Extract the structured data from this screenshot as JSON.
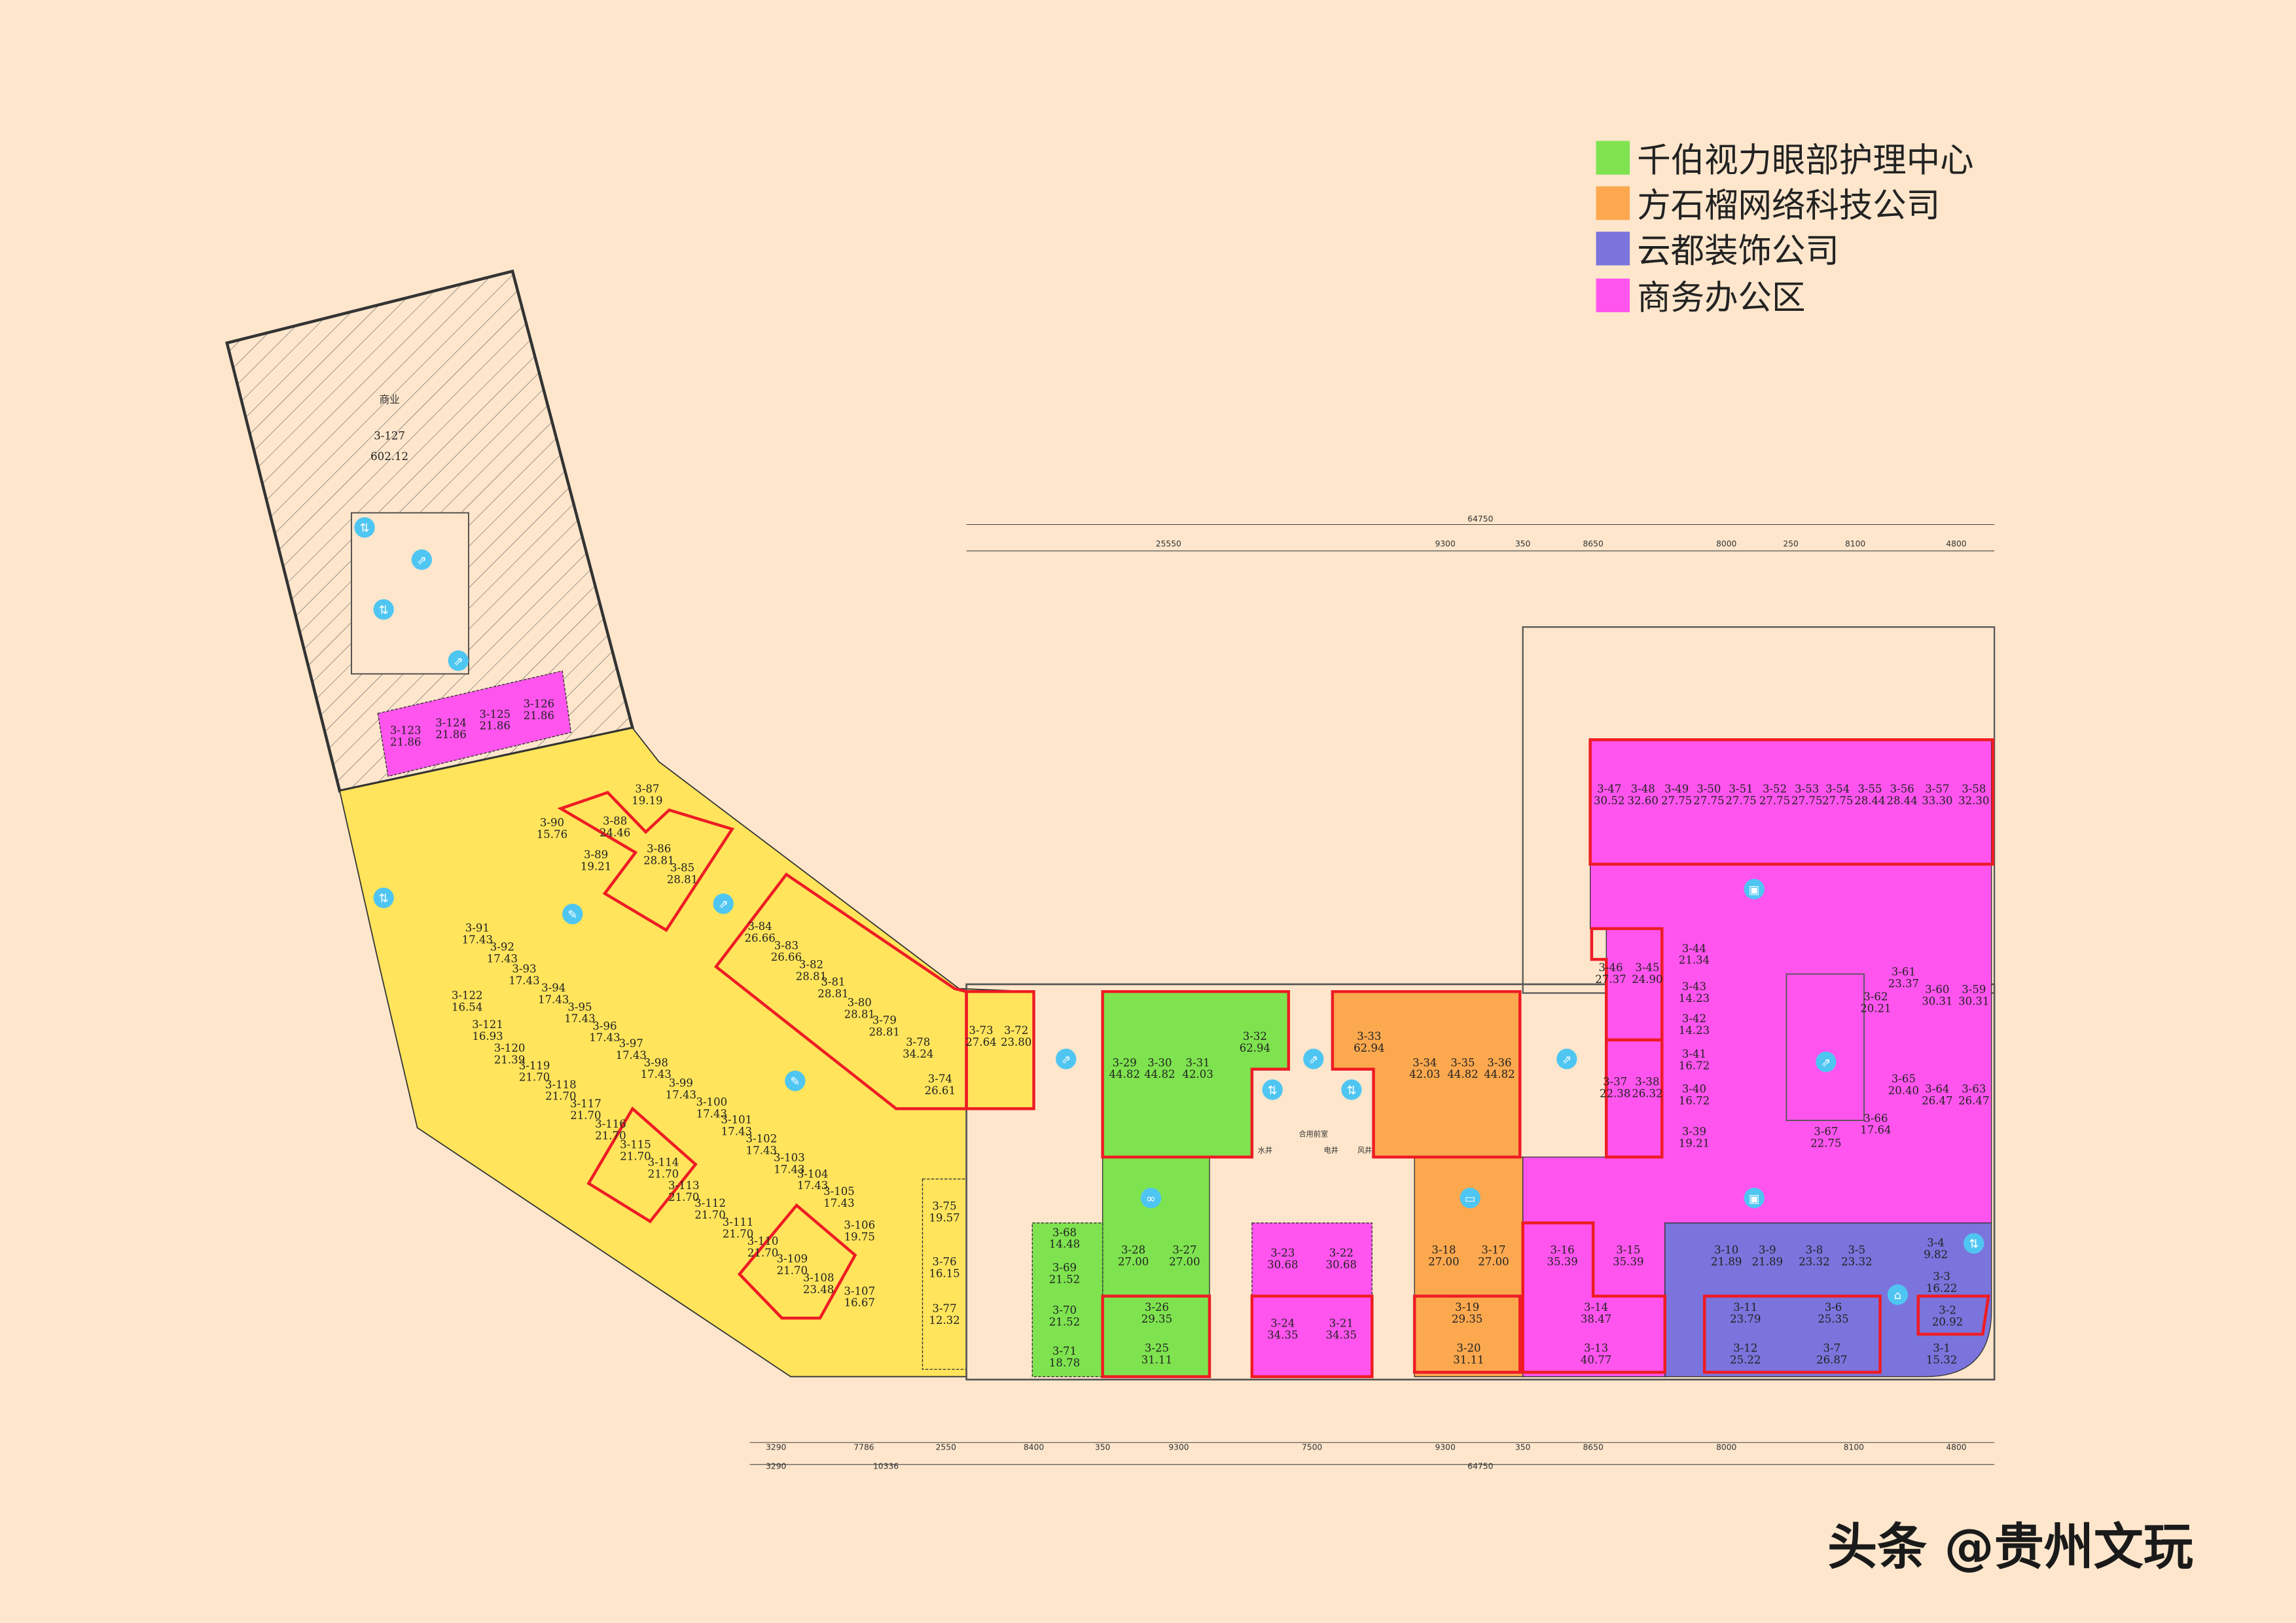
{
  "legend": [
    {
      "label": "千伯视力眼部护理中心",
      "color": "#7ee34f"
    },
    {
      "label": "方石榴网络科技公司",
      "color": "#fba84f"
    },
    {
      "label": "云都装饰公司",
      "color": "#7b74dc"
    },
    {
      "label": "商务办公区",
      "color": "#ff55ee"
    }
  ],
  "colors": {
    "background": "#fde6cc",
    "retail_zone": "#ffe45c",
    "highlight_outline": "#ee1c24",
    "icon": "#4fc6f2"
  },
  "commercial_block": {
    "label": "商业",
    "unit": "3-127",
    "area": "602.12"
  },
  "core_labels": {
    "shared_lobby": "合用前室",
    "water_shaft": "水井",
    "electric_shaft": "电井",
    "air_shaft": "风井"
  },
  "dimensions": {
    "top_total": "64750",
    "top_row": [
      "25550",
      "9300",
      "350",
      "8650",
      "8000",
      "250",
      "8100",
      "4800"
    ],
    "bottom_row1": [
      "3290",
      "7786",
      "2550",
      "8400",
      "350",
      "9300",
      "7500",
      "9300",
      "350",
      "8650",
      "8000",
      "8100",
      "4800"
    ],
    "bottom_row2": [
      "3290",
      "10336",
      "64750"
    ]
  },
  "units": [
    {
      "id": "3-1",
      "area": "15.32",
      "zone": "purple"
    },
    {
      "id": "3-2",
      "area": "20.92",
      "zone": "purple"
    },
    {
      "id": "3-3",
      "area": "16.22",
      "zone": "purple"
    },
    {
      "id": "3-4",
      "area": "9.82",
      "zone": "purple"
    },
    {
      "id": "3-5",
      "area": "23.32",
      "zone": "purple"
    },
    {
      "id": "3-6",
      "area": "25.35",
      "zone": "purple"
    },
    {
      "id": "3-7",
      "area": "26.87",
      "zone": "purple"
    },
    {
      "id": "3-8",
      "area": "23.32",
      "zone": "purple"
    },
    {
      "id": "3-9",
      "area": "21.89",
      "zone": "purple"
    },
    {
      "id": "3-10",
      "area": "21.89",
      "zone": "purple"
    },
    {
      "id": "3-11",
      "area": "23.79",
      "zone": "purple"
    },
    {
      "id": "3-12",
      "area": "25.22",
      "zone": "purple"
    },
    {
      "id": "3-13",
      "area": "40.77",
      "zone": "pink"
    },
    {
      "id": "3-14",
      "area": "38.47",
      "zone": "pink"
    },
    {
      "id": "3-15",
      "area": "35.39",
      "zone": "pink"
    },
    {
      "id": "3-16",
      "area": "35.39",
      "zone": "pink"
    },
    {
      "id": "3-17",
      "area": "27.00",
      "zone": "orange"
    },
    {
      "id": "3-18",
      "area": "27.00",
      "zone": "orange"
    },
    {
      "id": "3-19",
      "area": "29.35",
      "zone": "orange"
    },
    {
      "id": "3-20",
      "area": "31.11",
      "zone": "orange"
    },
    {
      "id": "3-21",
      "area": "34.35",
      "zone": "pink"
    },
    {
      "id": "3-22",
      "area": "30.68",
      "zone": "pink"
    },
    {
      "id": "3-23",
      "area": "30.68",
      "zone": "pink"
    },
    {
      "id": "3-24",
      "area": "34.35",
      "zone": "pink"
    },
    {
      "id": "3-25",
      "area": "31.11",
      "zone": "green"
    },
    {
      "id": "3-26",
      "area": "29.35",
      "zone": "green"
    },
    {
      "id": "3-27",
      "area": "27.00",
      "zone": "green"
    },
    {
      "id": "3-28",
      "area": "27.00",
      "zone": "green"
    },
    {
      "id": "3-29",
      "area": "44.82",
      "zone": "green"
    },
    {
      "id": "3-30",
      "area": "44.82",
      "zone": "green"
    },
    {
      "id": "3-31",
      "area": "42.03",
      "zone": "green"
    },
    {
      "id": "3-32",
      "area": "62.94",
      "zone": "green"
    },
    {
      "id": "3-33",
      "area": "62.94",
      "zone": "orange"
    },
    {
      "id": "3-34",
      "area": "42.03",
      "zone": "orange"
    },
    {
      "id": "3-35",
      "area": "44.82",
      "zone": "orange"
    },
    {
      "id": "3-36",
      "area": "44.82",
      "zone": "orange"
    },
    {
      "id": "3-37",
      "area": "22.38",
      "zone": "pink"
    },
    {
      "id": "3-38",
      "area": "26.32",
      "zone": "pink"
    },
    {
      "id": "3-39",
      "area": "19.21",
      "zone": "pink"
    },
    {
      "id": "3-40",
      "area": "16.72",
      "zone": "pink"
    },
    {
      "id": "3-41",
      "area": "16.72",
      "zone": "pink"
    },
    {
      "id": "3-42",
      "area": "14.23",
      "zone": "pink"
    },
    {
      "id": "3-43",
      "area": "14.23",
      "zone": "pink"
    },
    {
      "id": "3-44",
      "area": "21.34",
      "zone": "pink"
    },
    {
      "id": "3-45",
      "area": "24.90",
      "zone": "pink"
    },
    {
      "id": "3-46",
      "area": "27.37",
      "zone": "pink"
    },
    {
      "id": "3-47",
      "area": "30.52",
      "zone": "pink"
    },
    {
      "id": "3-48",
      "area": "32.60",
      "zone": "pink"
    },
    {
      "id": "3-49",
      "area": "27.75",
      "zone": "pink"
    },
    {
      "id": "3-50",
      "area": "27.75",
      "zone": "pink"
    },
    {
      "id": "3-51",
      "area": "27.75",
      "zone": "pink"
    },
    {
      "id": "3-52",
      "area": "27.75",
      "zone": "pink"
    },
    {
      "id": "3-53",
      "area": "27.75",
      "zone": "pink"
    },
    {
      "id": "3-54",
      "area": "27.75",
      "zone": "pink"
    },
    {
      "id": "3-55",
      "area": "28.44",
      "zone": "pink"
    },
    {
      "id": "3-56",
      "area": "28.44",
      "zone": "pink"
    },
    {
      "id": "3-57",
      "area": "33.30",
      "zone": "pink"
    },
    {
      "id": "3-58",
      "area": "32.30",
      "zone": "pink"
    },
    {
      "id": "3-59",
      "area": "30.31",
      "zone": "pink"
    },
    {
      "id": "3-60",
      "area": "30.31",
      "zone": "pink"
    },
    {
      "id": "3-61",
      "area": "23.37",
      "zone": "pink"
    },
    {
      "id": "3-62",
      "area": "20.21",
      "zone": "pink"
    },
    {
      "id": "3-63",
      "area": "26.47",
      "zone": "pink"
    },
    {
      "id": "3-64",
      "area": "26.47",
      "zone": "pink"
    },
    {
      "id": "3-65",
      "area": "20.40",
      "zone": "pink"
    },
    {
      "id": "3-66",
      "area": "17.64",
      "zone": "pink"
    },
    {
      "id": "3-67",
      "area": "22.75",
      "zone": "pink"
    },
    {
      "id": "3-68",
      "area": "14.48",
      "zone": "green"
    },
    {
      "id": "3-69",
      "area": "21.52",
      "zone": "green"
    },
    {
      "id": "3-70",
      "area": "21.52",
      "zone": "green"
    },
    {
      "id": "3-71",
      "area": "18.78",
      "zone": "green"
    },
    {
      "id": "3-72",
      "area": "23.80",
      "zone": "yellow"
    },
    {
      "id": "3-73",
      "area": "27.64",
      "zone": "yellow"
    },
    {
      "id": "3-74",
      "area": "26.61",
      "zone": "yellow"
    },
    {
      "id": "3-75",
      "area": "19.57",
      "zone": "yellow"
    },
    {
      "id": "3-76",
      "area": "16.15",
      "zone": "yellow"
    },
    {
      "id": "3-77",
      "area": "12.32",
      "zone": "yellow"
    },
    {
      "id": "3-78",
      "area": "34.24",
      "zone": "yellow"
    },
    {
      "id": "3-79",
      "area": "28.81",
      "zone": "yellow"
    },
    {
      "id": "3-80",
      "area": "28.81",
      "zone": "yellow"
    },
    {
      "id": "3-81",
      "area": "28.81",
      "zone": "yellow"
    },
    {
      "id": "3-82",
      "area": "28.81",
      "zone": "yellow"
    },
    {
      "id": "3-83",
      "area": "26.66",
      "zone": "yellow"
    },
    {
      "id": "3-84",
      "area": "26.66",
      "zone": "yellow"
    },
    {
      "id": "3-85",
      "area": "28.81",
      "zone": "yellow"
    },
    {
      "id": "3-86",
      "area": "28.81",
      "zone": "yellow"
    },
    {
      "id": "3-87",
      "area": "19.19",
      "zone": "yellow"
    },
    {
      "id": "3-88",
      "area": "24.46",
      "zone": "yellow"
    },
    {
      "id": "3-89",
      "area": "19.21",
      "zone": "yellow"
    },
    {
      "id": "3-90",
      "area": "15.76",
      "zone": "yellow"
    },
    {
      "id": "3-91",
      "area": "17.43",
      "zone": "yellow"
    },
    {
      "id": "3-92",
      "area": "17.43",
      "zone": "yellow"
    },
    {
      "id": "3-93",
      "area": "17.43",
      "zone": "yellow"
    },
    {
      "id": "3-94",
      "area": "17.43",
      "zone": "yellow"
    },
    {
      "id": "3-95",
      "area": "17.43",
      "zone": "yellow"
    },
    {
      "id": "3-96",
      "area": "17.43",
      "zone": "yellow"
    },
    {
      "id": "3-97",
      "area": "17.43",
      "zone": "yellow"
    },
    {
      "id": "3-98",
      "area": "17.43",
      "zone": "yellow"
    },
    {
      "id": "3-99",
      "area": "17.43",
      "zone": "yellow"
    },
    {
      "id": "3-100",
      "area": "17.43",
      "zone": "yellow"
    },
    {
      "id": "3-101",
      "area": "17.43",
      "zone": "yellow"
    },
    {
      "id": "3-102",
      "area": "17.43",
      "zone": "yellow"
    },
    {
      "id": "3-103",
      "area": "17.43",
      "zone": "yellow"
    },
    {
      "id": "3-104",
      "area": "17.43",
      "zone": "yellow"
    },
    {
      "id": "3-105",
      "area": "17.43",
      "zone": "yellow"
    },
    {
      "id": "3-106",
      "area": "19.75",
      "zone": "yellow"
    },
    {
      "id": "3-107",
      "area": "16.67",
      "zone": "yellow"
    },
    {
      "id": "3-108",
      "area": "23.48",
      "zone": "yellow"
    },
    {
      "id": "3-109",
      "area": "21.70",
      "zone": "yellow"
    },
    {
      "id": "3-110",
      "area": "21.70",
      "zone": "yellow"
    },
    {
      "id": "3-111",
      "area": "21.70",
      "zone": "yellow"
    },
    {
      "id": "3-112",
      "area": "21.70",
      "zone": "yellow"
    },
    {
      "id": "3-113",
      "area": "21.70",
      "zone": "yellow"
    },
    {
      "id": "3-114",
      "area": "21.70",
      "zone": "yellow"
    },
    {
      "id": "3-115",
      "area": "21.70",
      "zone": "yellow"
    },
    {
      "id": "3-116",
      "area": "21.70",
      "zone": "yellow"
    },
    {
      "id": "3-117",
      "area": "21.70",
      "zone": "yellow"
    },
    {
      "id": "3-118",
      "area": "21.70",
      "zone": "yellow"
    },
    {
      "id": "3-119",
      "area": "21.70",
      "zone": "yellow"
    },
    {
      "id": "3-120",
      "area": "21.39",
      "zone": "yellow"
    },
    {
      "id": "3-121",
      "area": "16.93",
      "zone": "yellow"
    },
    {
      "id": "3-122",
      "area": "16.54",
      "zone": "yellow"
    },
    {
      "id": "3-123",
      "area": "21.86",
      "zone": "pink"
    },
    {
      "id": "3-124",
      "area": "21.86",
      "zone": "pink"
    },
    {
      "id": "3-125",
      "area": "21.86",
      "zone": "pink"
    },
    {
      "id": "3-126",
      "area": "21.86",
      "zone": "pink"
    }
  ],
  "watermark": "头条 @贵州文玩"
}
